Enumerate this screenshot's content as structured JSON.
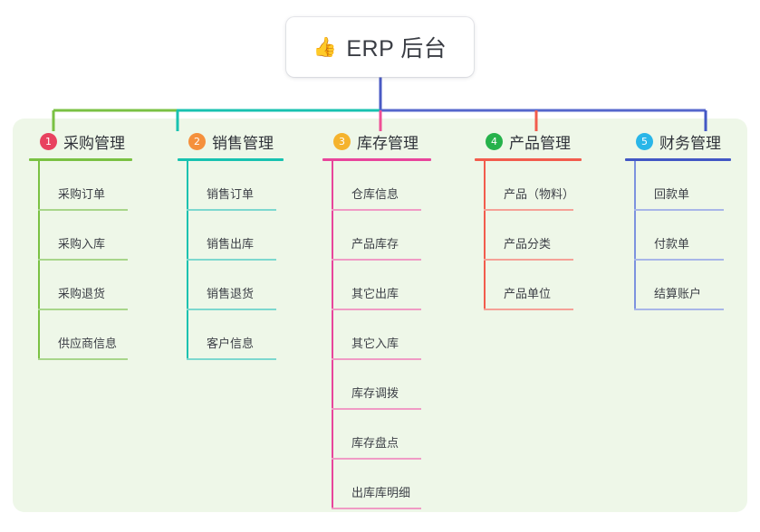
{
  "root": {
    "icon": "thumbs-up-icon",
    "icon_glyph": "👍",
    "title": "ERP 后台"
  },
  "theme": {
    "panel_bg": "#eef7e8",
    "page_bg": "#ffffff",
    "root_stem": "#4a5ac4"
  },
  "columns": [
    {
      "number": "1",
      "title": "采购管理",
      "badge_color": "#e8425f",
      "rule_color": "#7ac143",
      "trunk_color": "#7ac143",
      "item_rule_color": "#a8d68a",
      "connector_color": "#7ac143",
      "items": [
        {
          "label": "采购订单"
        },
        {
          "label": "采购入库"
        },
        {
          "label": "采购退货"
        },
        {
          "label": "供应商信息"
        }
      ]
    },
    {
      "number": "2",
      "title": "销售管理",
      "badge_color": "#f5903c",
      "rule_color": "#18c2b0",
      "trunk_color": "#18c2b0",
      "item_rule_color": "#7dd8cf",
      "connector_color": "#18c2b0",
      "items": [
        {
          "label": "销售订单"
        },
        {
          "label": "销售出库"
        },
        {
          "label": "销售退货"
        },
        {
          "label": "客户信息"
        }
      ]
    },
    {
      "number": "3",
      "title": "库存管理",
      "badge_color": "#f5b32d",
      "rule_color": "#e8459b",
      "trunk_color": "#e8459b",
      "item_rule_color": "#f09bc5",
      "connector_color": "#ef4f96",
      "items": [
        {
          "label": "仓库信息"
        },
        {
          "label": "产品库存"
        },
        {
          "label": "其它出库"
        },
        {
          "label": "其它入库"
        },
        {
          "label": "库存调拨"
        },
        {
          "label": "库存盘点"
        },
        {
          "label": "出库库明细"
        }
      ]
    },
    {
      "number": "4",
      "title": "产品管理",
      "badge_color": "#26b24b",
      "rule_color": "#f25c4d",
      "trunk_color": "#f25c4d",
      "item_rule_color": "#f5a197",
      "connector_color": "#f25c4d",
      "items": [
        {
          "label": "产品（物料）"
        },
        {
          "label": "产品分类"
        },
        {
          "label": "产品单位"
        }
      ]
    },
    {
      "number": "5",
      "title": "财务管理",
      "badge_color": "#29b6e8",
      "rule_color": "#4257c4",
      "trunk_color": "#7d93de",
      "item_rule_color": "#a8b6e8",
      "connector_color": "#4257c4",
      "items": [
        {
          "label": "回款单"
        },
        {
          "label": "付款单"
        },
        {
          "label": "结算账户"
        }
      ]
    }
  ]
}
